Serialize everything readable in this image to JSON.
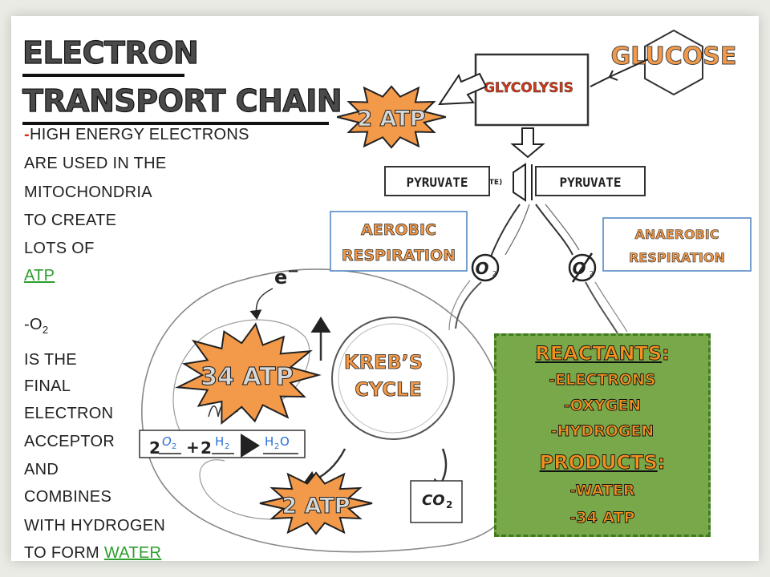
{
  "title": {
    "line1": "ELECTRON",
    "line2": "TRANSPORT CHAIN"
  },
  "body_text": {
    "lines": [
      "HIGH ENERGY ELECTRONS",
      "ARE USED IN THE",
      "MITOCHONDRIA",
      "TO CREATE",
      "LOTS OF"
    ],
    "atp_link": "ATP",
    "o2_prefix": "-O",
    "o2_sub": "2",
    "lines2": [
      "IS THE",
      "FINAL",
      "ELECTRON",
      "ACCEPTOR",
      "AND",
      "COMBINES",
      "WITH HYDROGEN"
    ],
    "last_line": "TO FORM",
    "water_link": "WATER"
  },
  "diagram": {
    "glucose": "GLUCOSE",
    "glycolysis": "GLYCOLYSIS",
    "atp_top": "2 ATP",
    "pyruvate_left": "PYRUVATE",
    "pyruvate_right": "PYRUVATE",
    "pyruvate_hidden": "TE)",
    "aerobic_1": "AEROBIC",
    "aerobic_2": "RESPIRATION",
    "anaerobic_1": "ANAEROBIC",
    "anaerobic_2": "RESPIRATION",
    "o2_symbol": "O",
    "o2_sub": "2",
    "electron": "e",
    "electron_sup": "−",
    "atp_34": "34 ATP",
    "krebs_1": "KREB’S",
    "krebs_2": "CYCLE",
    "atp_bottom": "2 ATP",
    "co2": "CO",
    "co2_sub": "2",
    "equation": {
      "coef1": "2",
      "o2": "O",
      "o2_sub": "2",
      "plus": "+",
      "coef2": "2",
      "h2": "H",
      "h2_sub": "2",
      "h2o_h": "H",
      "h2o_sub": "2",
      "h2o_o": "O"
    }
  },
  "reactants_box": {
    "reactants_heading": "REACTANTS",
    "colon1": ":",
    "reactants": [
      "-ELECTRONS",
      "-OXYGEN",
      "-HYDROGEN"
    ],
    "products_heading": "PRODUCTS",
    "colon2": ":",
    "products": [
      "-WATER",
      "-34 ATP"
    ]
  },
  "colors": {
    "title_fill": "#4a4a4a",
    "starburst_orange": "#f39a4a",
    "link_green": "#2e9e2e",
    "box_green": "#79a84a",
    "box_border": "#3d7d22",
    "equation_blue": "#2b6fd6",
    "aerobic_border": "#4a80c0"
  }
}
